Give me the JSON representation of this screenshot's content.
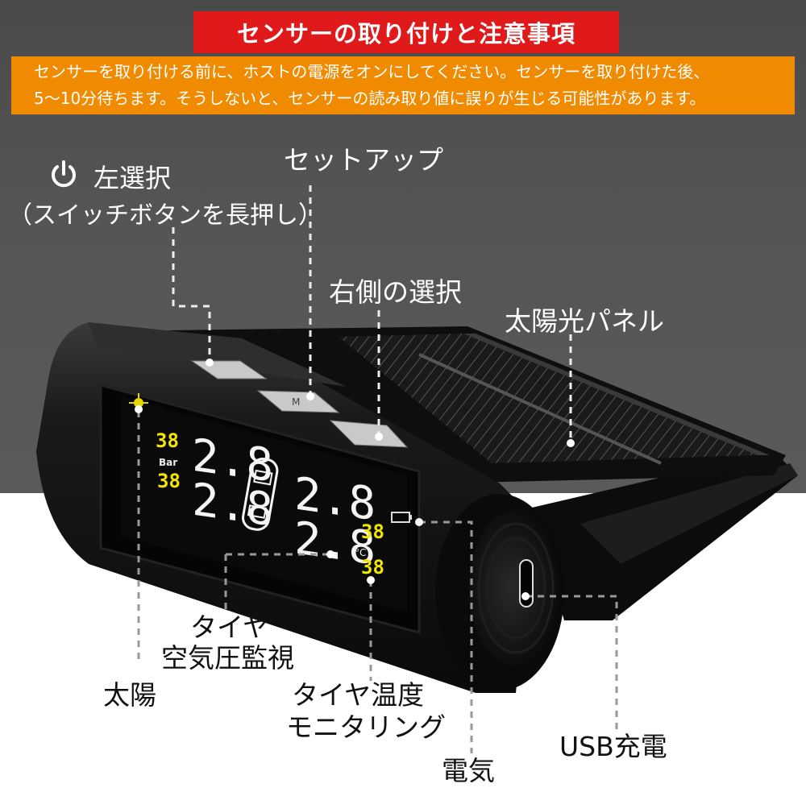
{
  "header": {
    "title": "センサーの取り付けと注意事項",
    "notice_line1": "センサーを取り付ける前に、ホストの電源をオンにしてください。センサーを取り付けた後、",
    "notice_line2": "5〜10分待ちます。そうしないと、センサーの読み取り値に誤りが生じる可能性があります。"
  },
  "labels": {
    "left_select": "左選択",
    "left_select_note": "（スイッチボタンを長押し）",
    "setup": "セットアップ",
    "right_select": "右側の選択",
    "solar_panel": "太陽光パネル",
    "tpms_line1": "タイヤ",
    "tpms_line2": "空気圧監視",
    "sun": "太陽",
    "temp_line1": "タイヤ温度",
    "temp_line2": "モニタリング",
    "power": "電気",
    "usb": "USB充電"
  },
  "display": {
    "pressure_fl": "2.8",
    "pressure_rl": "2.8",
    "pressure_fr": "2.8",
    "pressure_rr": "2.8",
    "temp_fl": "38",
    "temp_rl": "38",
    "temp_fr": "38",
    "temp_rr": "38",
    "unit_bar": "Bar",
    "unit_temp": "°C",
    "btn_m": "M"
  },
  "colors": {
    "title_red": "#e0191b",
    "notice_orange": "#f08a00",
    "lcd_yellow": "#f2e600"
  },
  "icons": [
    "power-icon",
    "sun-icon",
    "battery-icon",
    "car-icon"
  ]
}
